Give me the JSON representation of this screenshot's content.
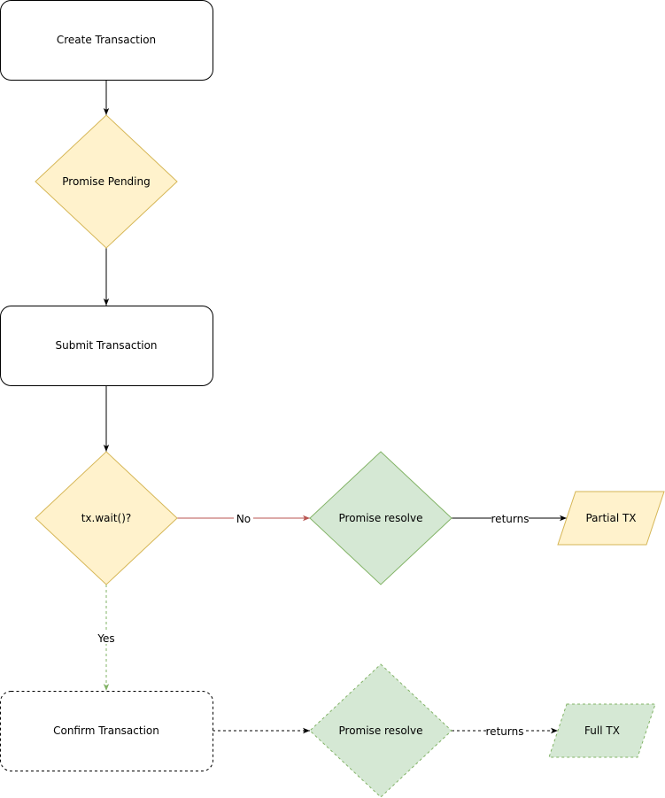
{
  "nodes": {
    "create_tx": "Create Transaction",
    "promise_pending": "Promise Pending",
    "submit_tx": "Submit Transaction",
    "wait_decision": "tx.wait()?",
    "promise_resolve_top": "Promise resolve",
    "partial_tx": "Partial TX",
    "confirm_tx": "Confirm Transaction",
    "promise_resolve_bottom": "Promise resolve",
    "full_tx": "Full TX"
  },
  "edges": {
    "no_label": "No",
    "yes_label": "Yes",
    "returns_top": "returns",
    "returns_bottom": "returns"
  },
  "colors": {
    "decision_fill": "#fff2cc",
    "decision_stroke": "#d6b656",
    "resolve_fill": "#d5e8d4",
    "resolve_stroke": "#82b366",
    "no_edge": "#b85450",
    "yes_edge": "#82b366",
    "black": "#000000"
  }
}
